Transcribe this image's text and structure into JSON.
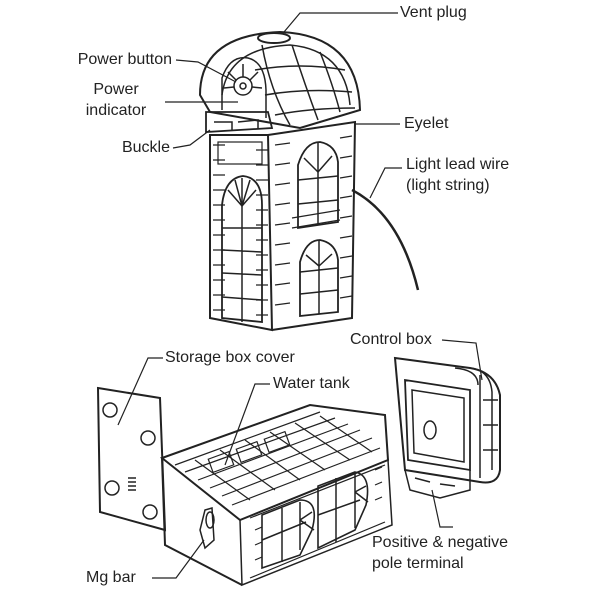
{
  "labels": {
    "vent_plug": "Vent plug",
    "power_button": "Power button",
    "power_indicator_1": "Power",
    "power_indicator_2": "indicator",
    "buckle": "Buckle",
    "eyelet": "Eyelet",
    "light_wire_1": "Light lead wire",
    "light_wire_2": "(light string)",
    "control_box": "Control box",
    "storage_cover": "Storage box cover",
    "water_tank": "Water tank",
    "terminal_1": "Positive & negative",
    "terminal_2": "pole terminal",
    "mg_bar": "Mg bar"
  },
  "colors": {
    "line": "#222222",
    "text": "#222222",
    "background": "#ffffff"
  }
}
